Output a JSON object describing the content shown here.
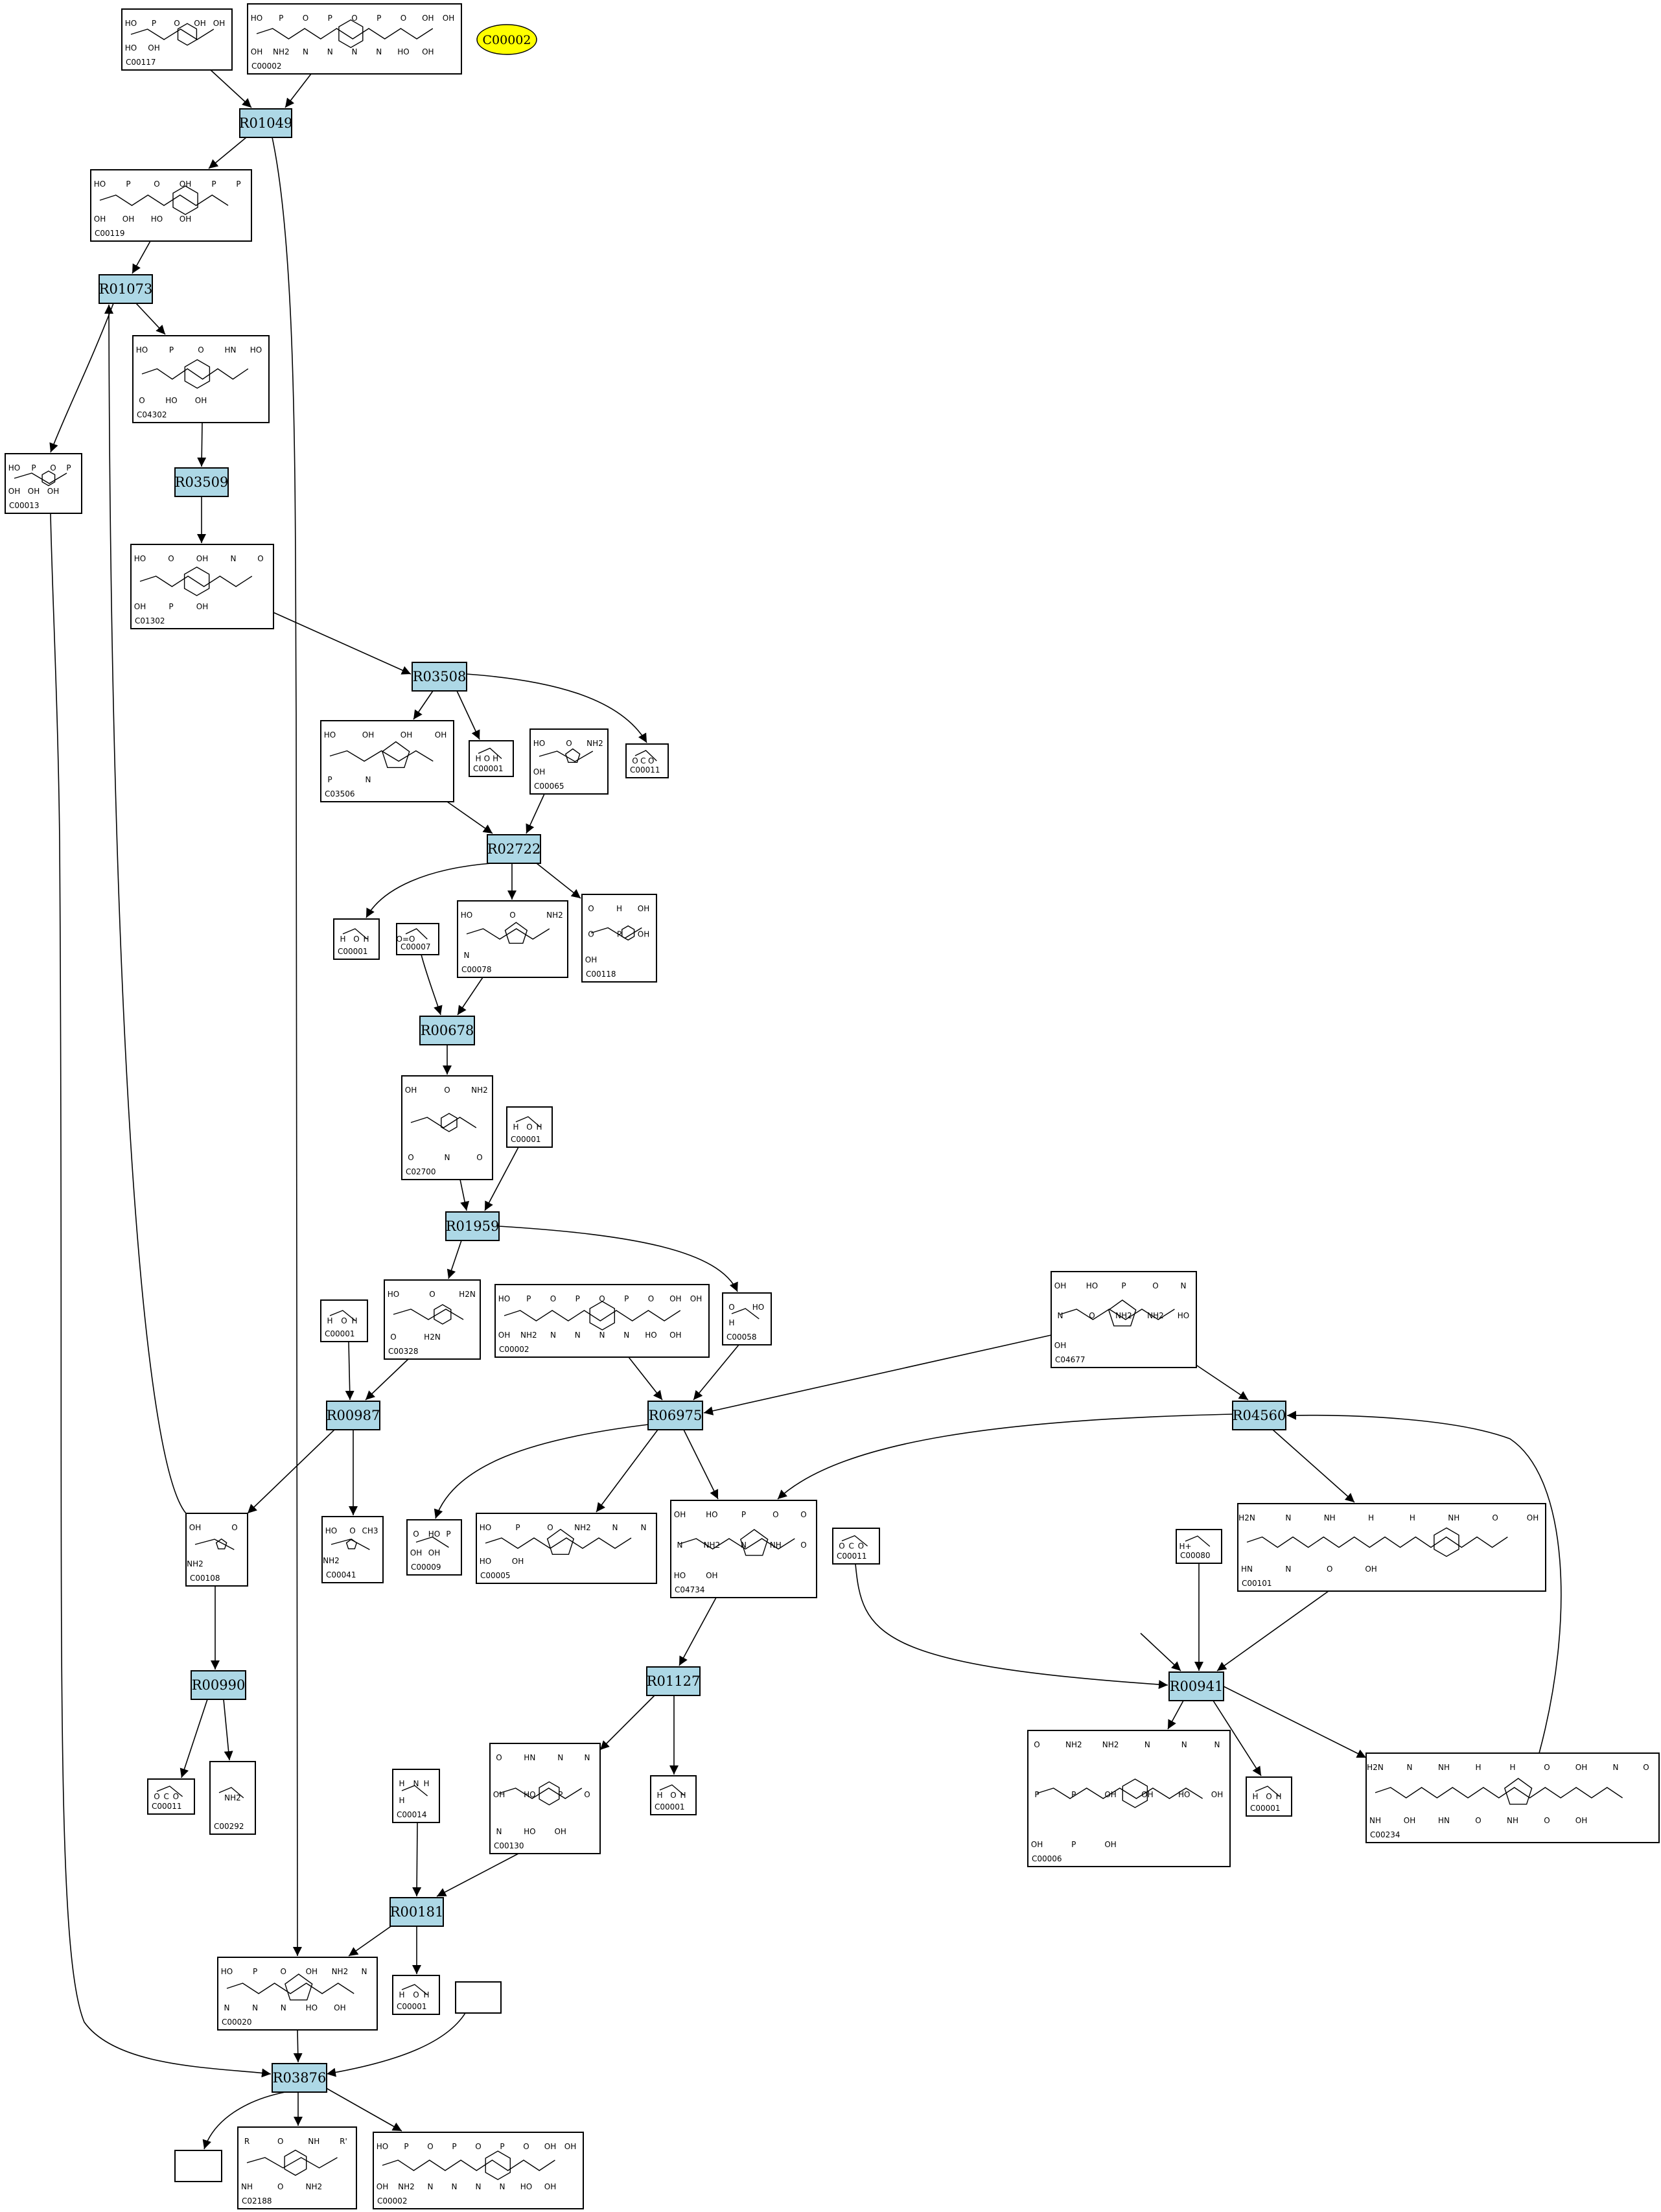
{
  "legend": {
    "label": "C00002",
    "color": "#ffff00"
  },
  "colors": {
    "reaction_fill": "#add8e6",
    "line": "#000000",
    "background": "#ffffff"
  },
  "reactions": [
    {
      "id": "R01049"
    },
    {
      "id": "R01073"
    },
    {
      "id": "R03509"
    },
    {
      "id": "R03508"
    },
    {
      "id": "R02722"
    },
    {
      "id": "R00678"
    },
    {
      "id": "R01959"
    },
    {
      "id": "R00987"
    },
    {
      "id": "R06975"
    },
    {
      "id": "R04560"
    },
    {
      "id": "R00990"
    },
    {
      "id": "R01127"
    },
    {
      "id": "R00941"
    },
    {
      "id": "R00181"
    },
    {
      "id": "R03876"
    }
  ],
  "compounds": [
    {
      "key": "c117",
      "label": "C00117",
      "atoms": [
        "HO",
        "P",
        "O",
        "OH",
        "OH",
        "HO",
        "OH"
      ]
    },
    {
      "key": "c2a",
      "label": "C00002",
      "atoms": [
        "HO",
        "P",
        "O",
        "P",
        "O",
        "P",
        "O",
        "OH",
        "OH",
        "OH",
        "NH2",
        "N",
        "N",
        "N",
        "N",
        "HO",
        "OH"
      ]
    },
    {
      "key": "c119",
      "label": "C00119",
      "atoms": [
        "HO",
        "P",
        "O",
        "OH",
        "P",
        "P",
        "OH",
        "OH",
        "HO",
        "OH"
      ]
    },
    {
      "key": "c4302",
      "label": "C04302",
      "atoms": [
        "HO",
        "P",
        "O",
        "HN",
        "HO",
        "O",
        "HO",
        "OH"
      ]
    },
    {
      "key": "c13",
      "label": "C00013",
      "atoms": [
        "HO",
        "P",
        "O",
        "P",
        "OH",
        "OH",
        "OH"
      ]
    },
    {
      "key": "c1302",
      "label": "C01302",
      "atoms": [
        "HO",
        "O",
        "OH",
        "N",
        "O",
        "OH",
        "P",
        "OH"
      ]
    },
    {
      "key": "c3506",
      "label": "C03506",
      "atoms": [
        "HO",
        "OH",
        "OH",
        "OH",
        "P",
        "N"
      ]
    },
    {
      "key": "c1a",
      "label": "C00001",
      "atoms": [
        "H",
        "O",
        "H"
      ]
    },
    {
      "key": "c65",
      "label": "C00065",
      "atoms": [
        "HO",
        "O",
        "NH2",
        "OH"
      ]
    },
    {
      "key": "c11a",
      "label": "C00011",
      "atoms": [
        "O",
        "C",
        "O"
      ]
    },
    {
      "key": "c1b",
      "label": "C00001",
      "atoms": [
        "H",
        "O",
        "H"
      ]
    },
    {
      "key": "c7",
      "label": "C00007",
      "atoms": [
        "O=O"
      ]
    },
    {
      "key": "c78",
      "label": "C00078",
      "atoms": [
        "HO",
        "O",
        "NH2",
        "N"
      ]
    },
    {
      "key": "c118",
      "label": "C00118",
      "atoms": [
        "O",
        "H",
        "OH",
        "O",
        "P",
        "OH",
        "OH"
      ]
    },
    {
      "key": "c2700",
      "label": "C02700",
      "atoms": [
        "OH",
        "O",
        "NH2",
        "O",
        "N",
        "O"
      ]
    },
    {
      "key": "c1c",
      "label": "C00001",
      "atoms": [
        "H",
        "O",
        "H"
      ]
    },
    {
      "key": "c1d",
      "label": "C00001",
      "atoms": [
        "H",
        "O",
        "H"
      ]
    },
    {
      "key": "c328",
      "label": "C00328",
      "atoms": [
        "HO",
        "O",
        "H2N",
        "O",
        "H2N"
      ]
    },
    {
      "key": "c2b",
      "label": "C00002",
      "atoms": [
        "HO",
        "P",
        "O",
        "P",
        "O",
        "P",
        "O",
        "OH",
        "OH",
        "OH",
        "NH2",
        "N",
        "N",
        "N",
        "N",
        "HO",
        "OH"
      ]
    },
    {
      "key": "c58",
      "label": "C00058",
      "atoms": [
        "O",
        "HO",
        "H"
      ]
    },
    {
      "key": "c4677",
      "label": "C04677",
      "atoms": [
        "OH",
        "HO",
        "P",
        "O",
        "N",
        "N",
        "O",
        "NH2",
        "NH2",
        "HO",
        "OH"
      ]
    },
    {
      "key": "c108",
      "label": "C00108",
      "atoms": [
        "OH",
        "O",
        "NH2"
      ]
    },
    {
      "key": "c41",
      "label": "C00041",
      "atoms": [
        "HO",
        "O",
        "CH3",
        "NH2"
      ]
    },
    {
      "key": "c9",
      "label": "C00009",
      "atoms": [
        "O",
        "HO",
        "P",
        "OH",
        "OH"
      ]
    },
    {
      "key": "c5",
      "label": "C00005",
      "atoms": [
        "HO",
        "P",
        "O",
        "NH2",
        "N",
        "N",
        "HO",
        "OH"
      ]
    },
    {
      "key": "c4734",
      "label": "C04734",
      "atoms": [
        "OH",
        "HO",
        "P",
        "O",
        "O",
        "N",
        "NH2",
        "N",
        "NH",
        "O",
        "HO",
        "OH"
      ]
    },
    {
      "key": "c11b",
      "label": "C00011",
      "atoms": [
        "O",
        "C",
        "O"
      ]
    },
    {
      "key": "c80",
      "label": "C00080",
      "atoms": [
        "H+"
      ]
    },
    {
      "key": "c101",
      "label": "C00101",
      "atoms": [
        "H2N",
        "N",
        "NH",
        "H",
        "H",
        "NH",
        "O",
        "OH",
        "HN",
        "N",
        "O",
        "OH"
      ]
    },
    {
      "key": "c11c",
      "label": "C00011",
      "atoms": [
        "O",
        "C",
        "O"
      ]
    },
    {
      "key": "c292",
      "label": "C00292",
      "atoms": [
        "NH2"
      ]
    },
    {
      "key": "c130",
      "label": "C00130",
      "atoms": [
        "O",
        "HN",
        "N",
        "N",
        "OH",
        "HO",
        "P",
        "O",
        "N",
        "HO",
        "OH"
      ]
    },
    {
      "key": "c1e",
      "label": "C00001",
      "atoms": [
        "H",
        "O",
        "H"
      ]
    },
    {
      "key": "c6",
      "label": "C00006",
      "atoms": [
        "O",
        "NH2",
        "NH2",
        "N",
        "N",
        "N",
        "P",
        "P",
        "OH",
        "OH",
        "HO",
        "OH",
        "OH",
        "P",
        "OH"
      ]
    },
    {
      "key": "c1f",
      "label": "C00001",
      "atoms": [
        "H",
        "O",
        "H"
      ]
    },
    {
      "key": "c234",
      "label": "C00234",
      "atoms": [
        "H2N",
        "N",
        "NH",
        "H",
        "H",
        "O",
        "OH",
        "N",
        "O",
        "NH",
        "OH",
        "HN",
        "O",
        "NH",
        "O",
        "OH"
      ]
    },
    {
      "key": "c14",
      "label": "C00014",
      "atoms": [
        "H",
        "N",
        "H",
        "H"
      ]
    },
    {
      "key": "c20",
      "label": "C00020",
      "atoms": [
        "HO",
        "P",
        "O",
        "OH",
        "NH2",
        "N",
        "N",
        "N",
        "N",
        "HO",
        "OH"
      ]
    },
    {
      "key": "c1g",
      "label": "C00001",
      "atoms": [
        "H",
        "O",
        "H"
      ]
    },
    {
      "key": "cblank1",
      "label": ""
    },
    {
      "key": "cblank2",
      "label": ""
    },
    {
      "key": "c2188",
      "label": "C02188",
      "atoms": [
        "R",
        "O",
        "NH",
        "R'",
        "NH",
        "O",
        "NH2"
      ]
    },
    {
      "key": "c2c",
      "label": "C00002",
      "atoms": [
        "HO",
        "P",
        "O",
        "P",
        "O",
        "P",
        "O",
        "OH",
        "OH",
        "OH",
        "NH2",
        "N",
        "N",
        "N",
        "N",
        "HO",
        "OH"
      ]
    }
  ]
}
